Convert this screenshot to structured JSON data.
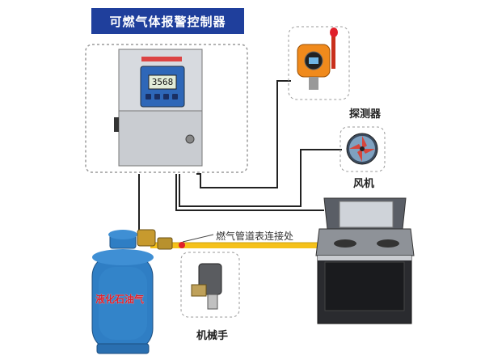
{
  "title": "可燃气体报警控制器",
  "display_value": "3568",
  "labels": {
    "detector": "探测器",
    "fan": "风机",
    "pipe_joint": "燃气管道表连接处",
    "manipulator": "机械手",
    "lpg": "液化石油气"
  },
  "colors": {
    "title_bg": "#1f3f9c",
    "pipe": "#f5c11a",
    "joint_dot": "#e0202a",
    "cylinder": "#2f7ec4",
    "detector_body": "#f08a1c",
    "wire": "#222222",
    "dashed_frame": "#9a9a9a"
  },
  "icons": [
    "controller-panel",
    "gas-detector",
    "exhaust-fan",
    "gas-cylinder",
    "valve-manipulator",
    "range-hood-stove"
  ]
}
